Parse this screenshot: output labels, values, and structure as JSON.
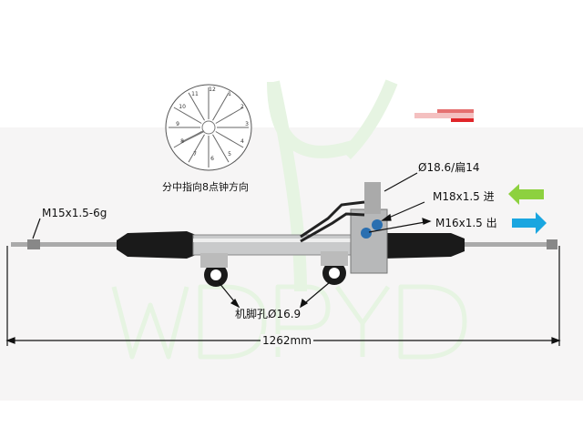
{
  "watermark": "WDPYD",
  "colors": {
    "watermark": "#e3f3df",
    "inlet_arrow": "#8dd13f",
    "outlet_arrow": "#1aa6e0",
    "motion_arrow": "#e0262a",
    "boots": "#1a1a1a",
    "housing": "#c9cacb"
  },
  "clock": {
    "numbers": [
      "12",
      "1",
      "2",
      "3",
      "4",
      "5",
      "6",
      "7",
      "8",
      "9",
      "10",
      "11"
    ],
    "caption": "分中指向8点钟方向"
  },
  "labels": {
    "tie_rod_thread": "M15x1.5-6g",
    "pinion": "Ø18.6/扁14",
    "inlet": "M18x1.5 进",
    "outlet": "M16x1.5 出",
    "mount_hole": "机脚孔Ø16.9",
    "overall_length": "1262mm"
  },
  "icons": {
    "inlet": "arrow-left-icon",
    "outlet": "arrow-right-icon",
    "motion": "motion-arrow-icon"
  }
}
